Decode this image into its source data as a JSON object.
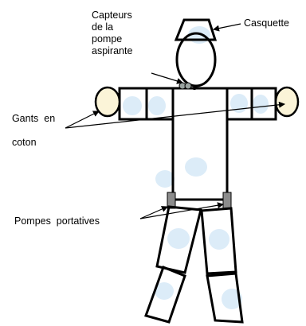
{
  "labels": {
    "capteurs": [
      "Capteurs",
      "de la",
      "pompe",
      "aspirante"
    ],
    "casquette": "Casquette",
    "gants": [
      "Gants  en",
      "coton"
    ],
    "pompes": "Pompes  portatives"
  },
  "colors": {
    "outline": "#000000",
    "dot": "#dcecf8",
    "glove": "#fbf4d8",
    "pump": "#8c8c8c",
    "sensor": "#9aa3a0"
  }
}
